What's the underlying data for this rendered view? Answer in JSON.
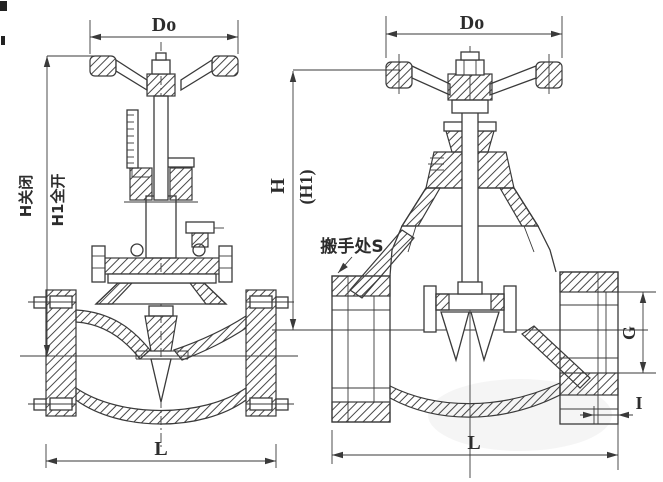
{
  "drawing": {
    "left_valve": {
      "dim_handwheel": "Do",
      "dim_height_closed": "H关闭",
      "dim_height_open": "H1全开",
      "dim_length": "L"
    },
    "right_valve": {
      "dim_handwheel": "Do",
      "dim_height": "H",
      "dim_height_open": "(H1)",
      "wrench_flat_label": "搬手处S",
      "dim_thread": "G",
      "dim_end": "I",
      "dim_length": "L"
    },
    "colors": {
      "line": "#3a3a3a",
      "background": "#ffffff",
      "watermark": "#ececec"
    }
  }
}
